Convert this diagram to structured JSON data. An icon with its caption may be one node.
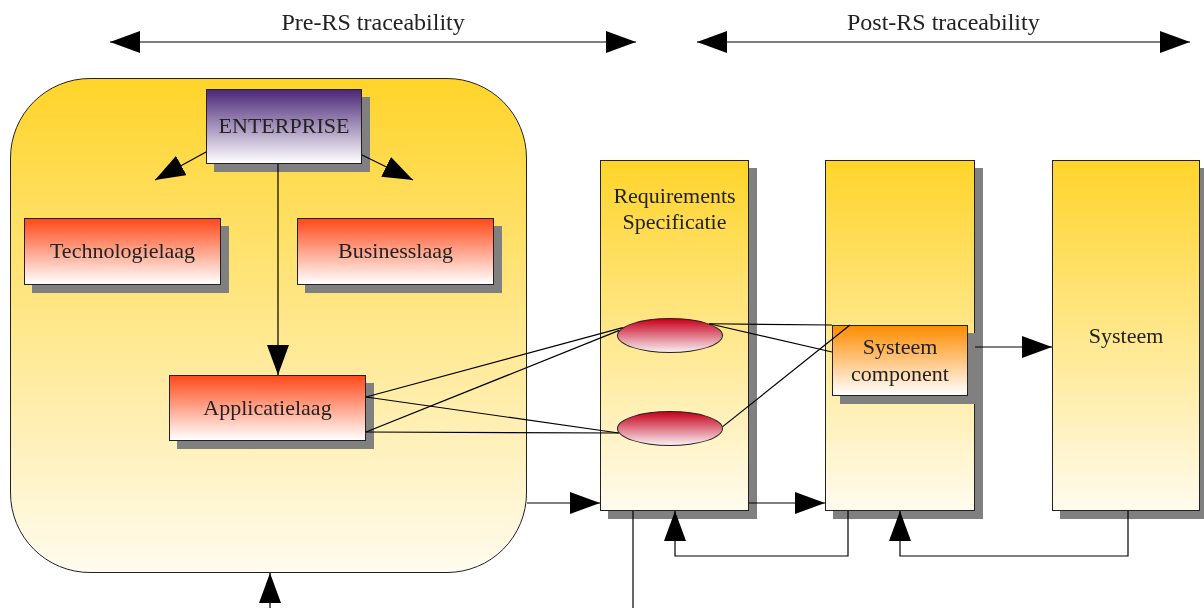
{
  "diagram": {
    "nodes": [
      {
        "text": [],
        "shape": "box"
      },
      {
        "text": [
          "ENTERPRISE"
        ],
        "in": 0
      },
      {
        "text": [
          "Technologielaag"
        ],
        "in": 0
      },
      {
        "text": [
          "Businesslaag"
        ],
        "in": 0
      },
      {
        "text": [
          "Applicatielaag"
        ],
        "in": 0
      },
      {
        "text": [
          "Requirements Specificatie"
        ]
      },
      {
        "text": [],
        "shape": "ellipse",
        "in": 5
      },
      {
        "text": [],
        "shape": "ellipse",
        "in": 5
      },
      {
        "text": [],
        "shape": "box"
      },
      {
        "text": [
          "Systeem component"
        ],
        "in": 8
      },
      {
        "text": [
          "Systeem"
        ]
      }
    ],
    "edges": [
      {
        "from": 1,
        "to": null,
        "arrow": "to"
      },
      {
        "from": 1,
        "to": null,
        "arrow": "to"
      },
      {
        "from": 1,
        "to": 4,
        "arrow": "to"
      },
      {
        "from": 4,
        "to": 6,
        "arrow": "none"
      },
      {
        "from": 4,
        "to": 6,
        "arrow": "none"
      },
      {
        "from": 4,
        "to": 7,
        "arrow": "none"
      },
      {
        "from": 4,
        "to": 7,
        "arrow": "none"
      },
      {
        "from": 6,
        "to": 9,
        "arrow": "none"
      },
      {
        "from": 6,
        "to": 9,
        "arrow": "none"
      },
      {
        "from": 7,
        "to": 9,
        "arrow": "none"
      },
      {
        "from": 0,
        "to": 5,
        "arrow": "to"
      },
      {
        "from": 5,
        "to": 8,
        "arrow": "to"
      },
      {
        "from": 8,
        "to": 10,
        "arrow": "to"
      },
      {
        "from": 8,
        "to": 5,
        "arrow": "to"
      },
      {
        "from": 10,
        "to": 8,
        "arrow": "to"
      },
      {
        "from": null,
        "to": 0,
        "arrow": "to"
      },
      {
        "from": 5,
        "to": null,
        "arrow": "none"
      }
    ],
    "labels": [
      "Pre-RS traceability",
      "Post-RS traceability"
    ]
  }
}
